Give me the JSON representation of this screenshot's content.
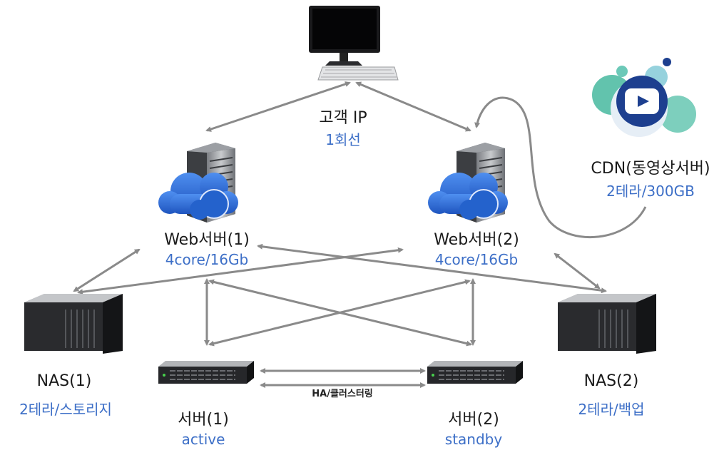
{
  "nodes": {
    "client": {
      "name": "고객 IP",
      "spec": "1회선"
    },
    "web1": {
      "name": "Web서버(1)",
      "spec": "4core/16Gb"
    },
    "web2": {
      "name": "Web서버(2)",
      "spec": "4core/16Gb"
    },
    "cdn": {
      "name": "CDN(동영상서버)",
      "spec": "2테라/300GB"
    },
    "nas1": {
      "name": "NAS(1)",
      "spec": "2테라/스토리지"
    },
    "nas2": {
      "name": "NAS(2)",
      "spec": "2테라/백업"
    },
    "server1": {
      "name": "서버(1)",
      "spec": "active"
    },
    "server2": {
      "name": "서버(2)",
      "spec": "standby"
    }
  },
  "links": {
    "ha_label": "HA/클러스터링"
  },
  "colors": {
    "arrow": "#8a8a8a",
    "spec_text": "#3d6fc7",
    "cloud": "#2f6fd6",
    "cdn_bubble": "#5fc4b0",
    "youtube_badge": "#1d3f8f"
  },
  "icons": [
    "desktop-monitor-icon",
    "keyboard-icon",
    "server-rack-icon",
    "cloud-icon",
    "youtube-play-icon",
    "nas-storage-icon",
    "rack-server-icon"
  ]
}
